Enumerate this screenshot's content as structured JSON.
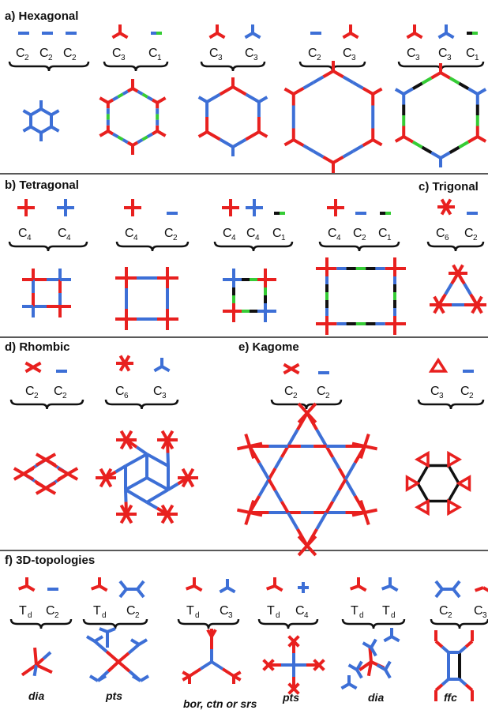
{
  "colors": {
    "red": "#e8201f",
    "blue": "#3d6fd6",
    "green": "#35cc35",
    "black": "#111111",
    "divider": "#222222"
  },
  "sections": {
    "hexagonal": "a) Hexagonal",
    "tetragonal": "b) Tetragonal",
    "trigonal": "c) Trigonal",
    "rhombic": "d) Rhombic",
    "kagome": "e) Kagome",
    "topologies": "f) 3D-topologies"
  },
  "labels": {
    "C": "C",
    "T": "T",
    "sub1": "1",
    "sub2": "2",
    "sub3": "3",
    "sub4": "4",
    "sub6": "6",
    "subd": "d"
  },
  "topologies": {
    "dia": "dia",
    "pts": "pts",
    "bor": "bor, ctn or srs",
    "ffc": "ffc"
  }
}
